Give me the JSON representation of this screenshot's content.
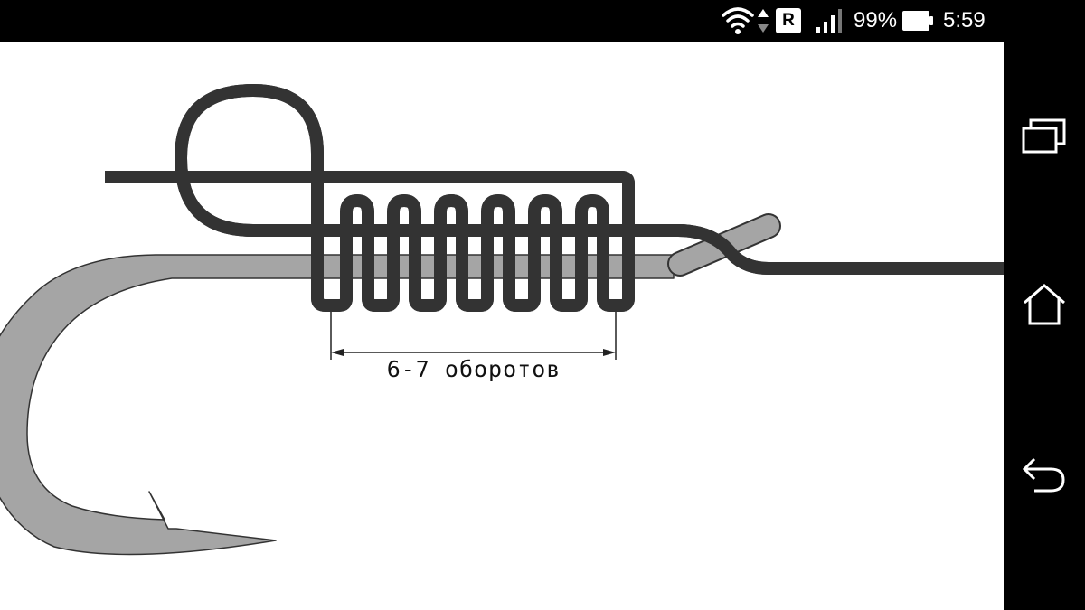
{
  "status_bar": {
    "battery_percent": "99%",
    "clock": "5:59",
    "roaming_badge": "R",
    "icons": [
      "wifi-icon",
      "data-arrows-icon",
      "roaming-icon",
      "signal-icon",
      "battery-icon"
    ]
  },
  "diagram": {
    "turns_label": "6-7 оборотов"
  },
  "nav_bar": {
    "buttons": [
      "recents-icon",
      "home-icon",
      "back-icon"
    ]
  },
  "colors": {
    "line_green": "#a2f2a2",
    "hook_gray": "#a5a5a5",
    "outline": "#333333",
    "background": "#ffffff"
  }
}
